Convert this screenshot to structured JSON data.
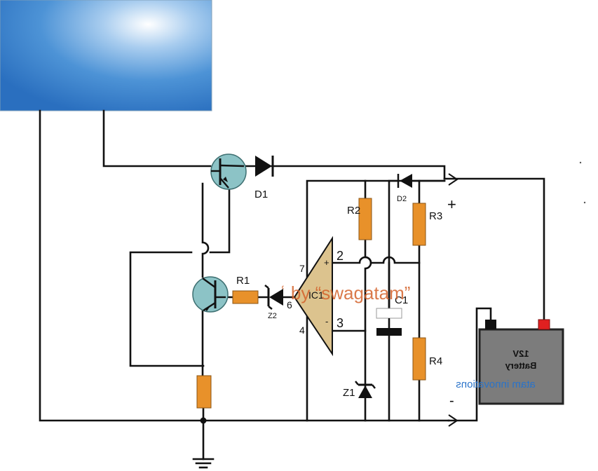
{
  "labels": {
    "d1": "D1",
    "d2": "D2",
    "r1": "R1",
    "r2": "R2",
    "r3": "R3",
    "r4": "R4",
    "c1": "C1",
    "z1": "Z1",
    "z2": "Z2",
    "plus": "+",
    "minus": "-",
    "opamp_plus": "+",
    "opamp_minus": "-",
    "opamp_ic": "IC1",
    "pin_2": "2",
    "pin_3": "3",
    "pin_4": "4",
    "pin_6": "6",
    "pin_7": "7"
  },
  "battery": {
    "voltage": "12V",
    "name": "Battery"
  },
  "watermarks": {
    "author": "ʿ by “swagatam”",
    "brand": "atam innovations"
  },
  "colors": {
    "panel_dark": "#2e78c4",
    "panel_light": "#ffffff",
    "resistor": "#e8912a",
    "transistor": "#8cc3c6",
    "opamp": "#dcc38e",
    "battery": "#7c7c7c",
    "terminal_red": "#e02020",
    "watermark_orange": "#d4622a",
    "watermark_blue": "#2a73c9",
    "wire": "#111111"
  }
}
